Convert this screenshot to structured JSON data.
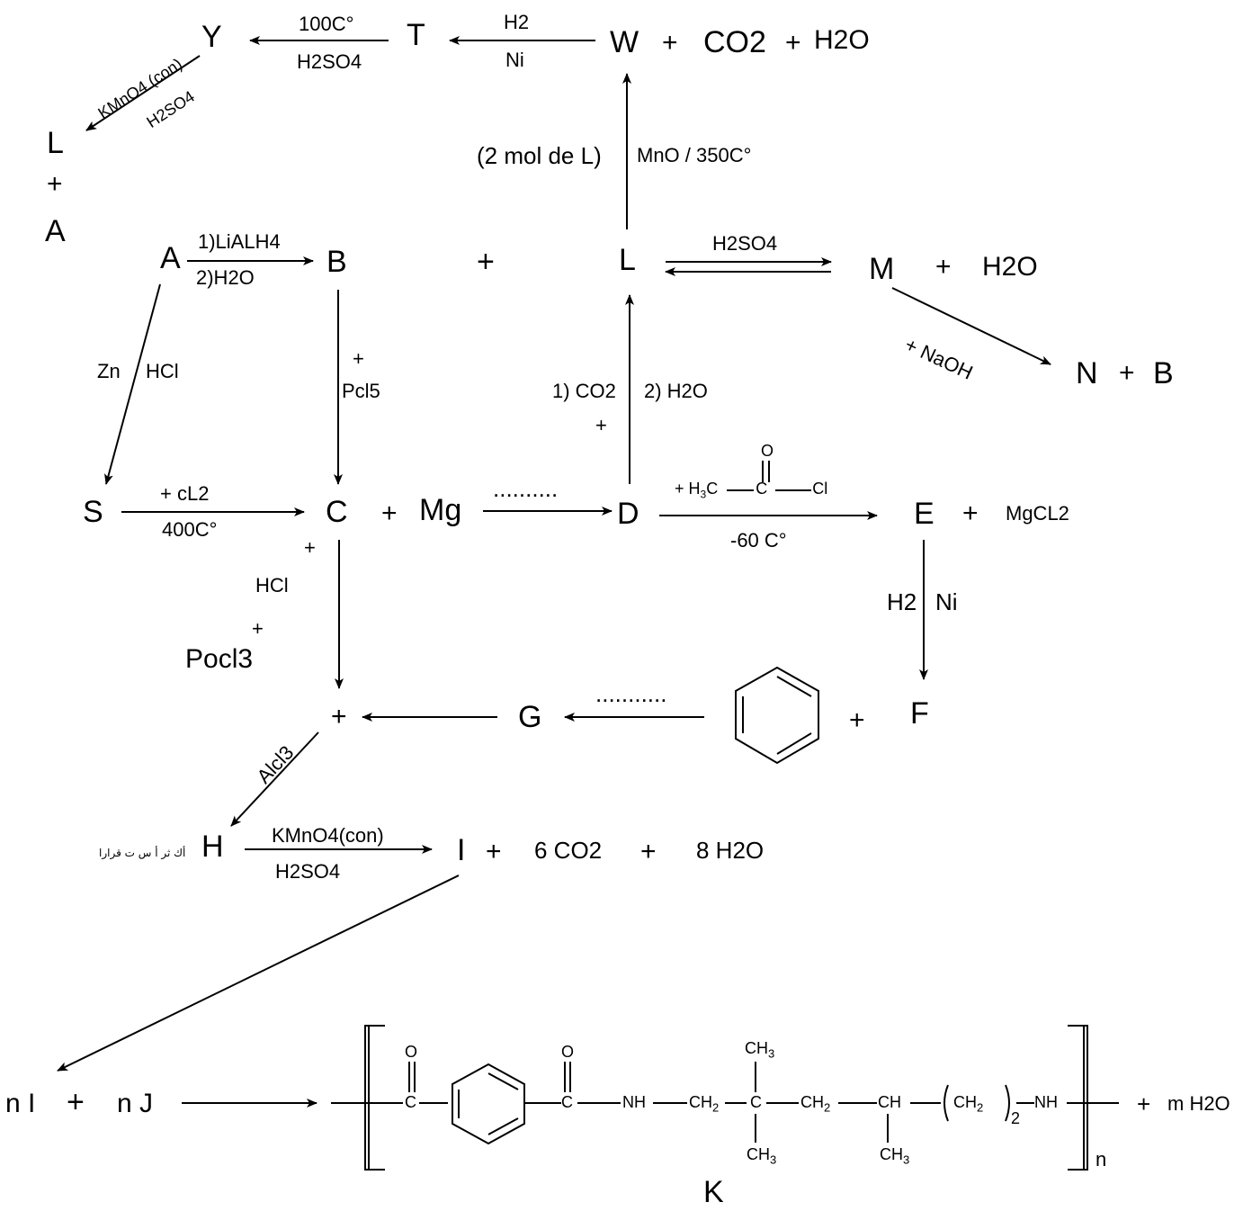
{
  "compounds": {
    "Y": "Y",
    "T": "T",
    "W": "W",
    "L_top": "L",
    "plus_top": "+",
    "A_top": "A",
    "A": "A",
    "B": "B",
    "plus_BL": "+",
    "L": "L",
    "M": "M",
    "N": "N",
    "B2": "B",
    "S": "S",
    "C": "C",
    "Mg": "Mg",
    "D": "D",
    "E": "E",
    "MgCL2": "MgCL2",
    "G": "G",
    "F": "F",
    "plus_CG": "+",
    "H": "H",
    "I": "I",
    "nI": "n I",
    "nJ": "n J",
    "K": "K"
  },
  "coproducts": {
    "W_CO2": "CO2",
    "W_H2O": "H2O",
    "M_H2O": "H2O",
    "I_CO2": "6 CO2",
    "I_H2O": "8 H2O",
    "K_H2O": "m H2O",
    "F_plus": "+"
  },
  "reagents": {
    "Y_over": "100C°",
    "Y_under": "H2SO4",
    "T_over": "H2",
    "T_under": "Ni",
    "L_left": "(2 mol de L)",
    "L_right": "MnO / 350C°",
    "Yto_L_1": "KMnO4 (con)",
    "Yto_L_2": "H2SO4",
    "AB_1": "1)LiALH4",
    "AB_2": "2)H2O",
    "LM": "H2SO4",
    "MN_1": "+ NaOH",
    "AS_1": "Zn",
    "AS_2": "HCl",
    "BC_1": "+",
    "BC_2": "Pcl5",
    "DL_1": "1) CO2",
    "DL_2": "2) H2O",
    "DL_3": "+",
    "SC_1": "+ cL2",
    "SC_2": "400C°",
    "CD": "..........",
    "DE_over": "+ H3C—C—Cl",
    "DE_O": "O",
    "DE_under": "-60 C°",
    "EF_1": "H2",
    "EF_2": "Ni",
    "C_down_1": "+",
    "C_down_2": "HCl",
    "C_down_3": "+",
    "C_down_4": "Pocl3",
    "benz_G": "...........",
    "GH": "Alcl3",
    "HI_1": "KMnO4(con)",
    "HI_2": "H2SO4",
    "H_note": "أك ثر أ س ت قرارا"
  },
  "polymer": {
    "n": "n",
    "O1": "O",
    "O2": "O",
    "C1": "C",
    "C2": "C",
    "NH1": "NH",
    "CH2a": "CH2",
    "Cq": "C",
    "CH2b": "CH2",
    "CH": "CH",
    "CH2n": "CH2",
    "sub2": "2",
    "NH2": "NH",
    "CH3top": "CH3",
    "CH3bot1": "CH3",
    "CH3bot2": "CH3"
  }
}
